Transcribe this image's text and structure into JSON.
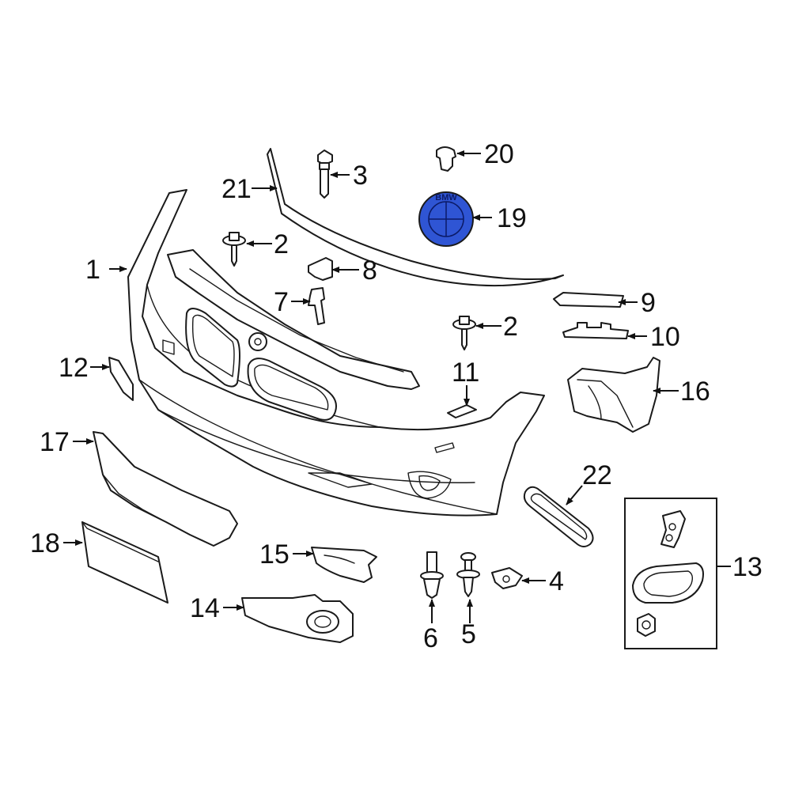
{
  "callouts": [
    {
      "id": "c1",
      "text": "1"
    },
    {
      "id": "c2a",
      "text": "2"
    },
    {
      "id": "c2b",
      "text": "2"
    },
    {
      "id": "c3",
      "text": "3"
    },
    {
      "id": "c4",
      "text": "4"
    },
    {
      "id": "c5",
      "text": "5"
    },
    {
      "id": "c6",
      "text": "6"
    },
    {
      "id": "c7",
      "text": "7"
    },
    {
      "id": "c8",
      "text": "8"
    },
    {
      "id": "c9",
      "text": "9"
    },
    {
      "id": "c10",
      "text": "10"
    },
    {
      "id": "c11",
      "text": "11"
    },
    {
      "id": "c12",
      "text": "12"
    },
    {
      "id": "c13",
      "text": "13"
    },
    {
      "id": "c14",
      "text": "14"
    },
    {
      "id": "c15",
      "text": "15"
    },
    {
      "id": "c16",
      "text": "16"
    },
    {
      "id": "c17",
      "text": "17"
    },
    {
      "id": "c18",
      "text": "18"
    },
    {
      "id": "c19",
      "text": "19"
    },
    {
      "id": "c20",
      "text": "20"
    },
    {
      "id": "c21",
      "text": "21"
    },
    {
      "id": "c22",
      "text": "22"
    }
  ],
  "emblem": {
    "brand_text": "BMW",
    "highlight_color": "#2f55d4"
  },
  "colors": {
    "line": "#1a1a1a",
    "background": "#ffffff"
  }
}
